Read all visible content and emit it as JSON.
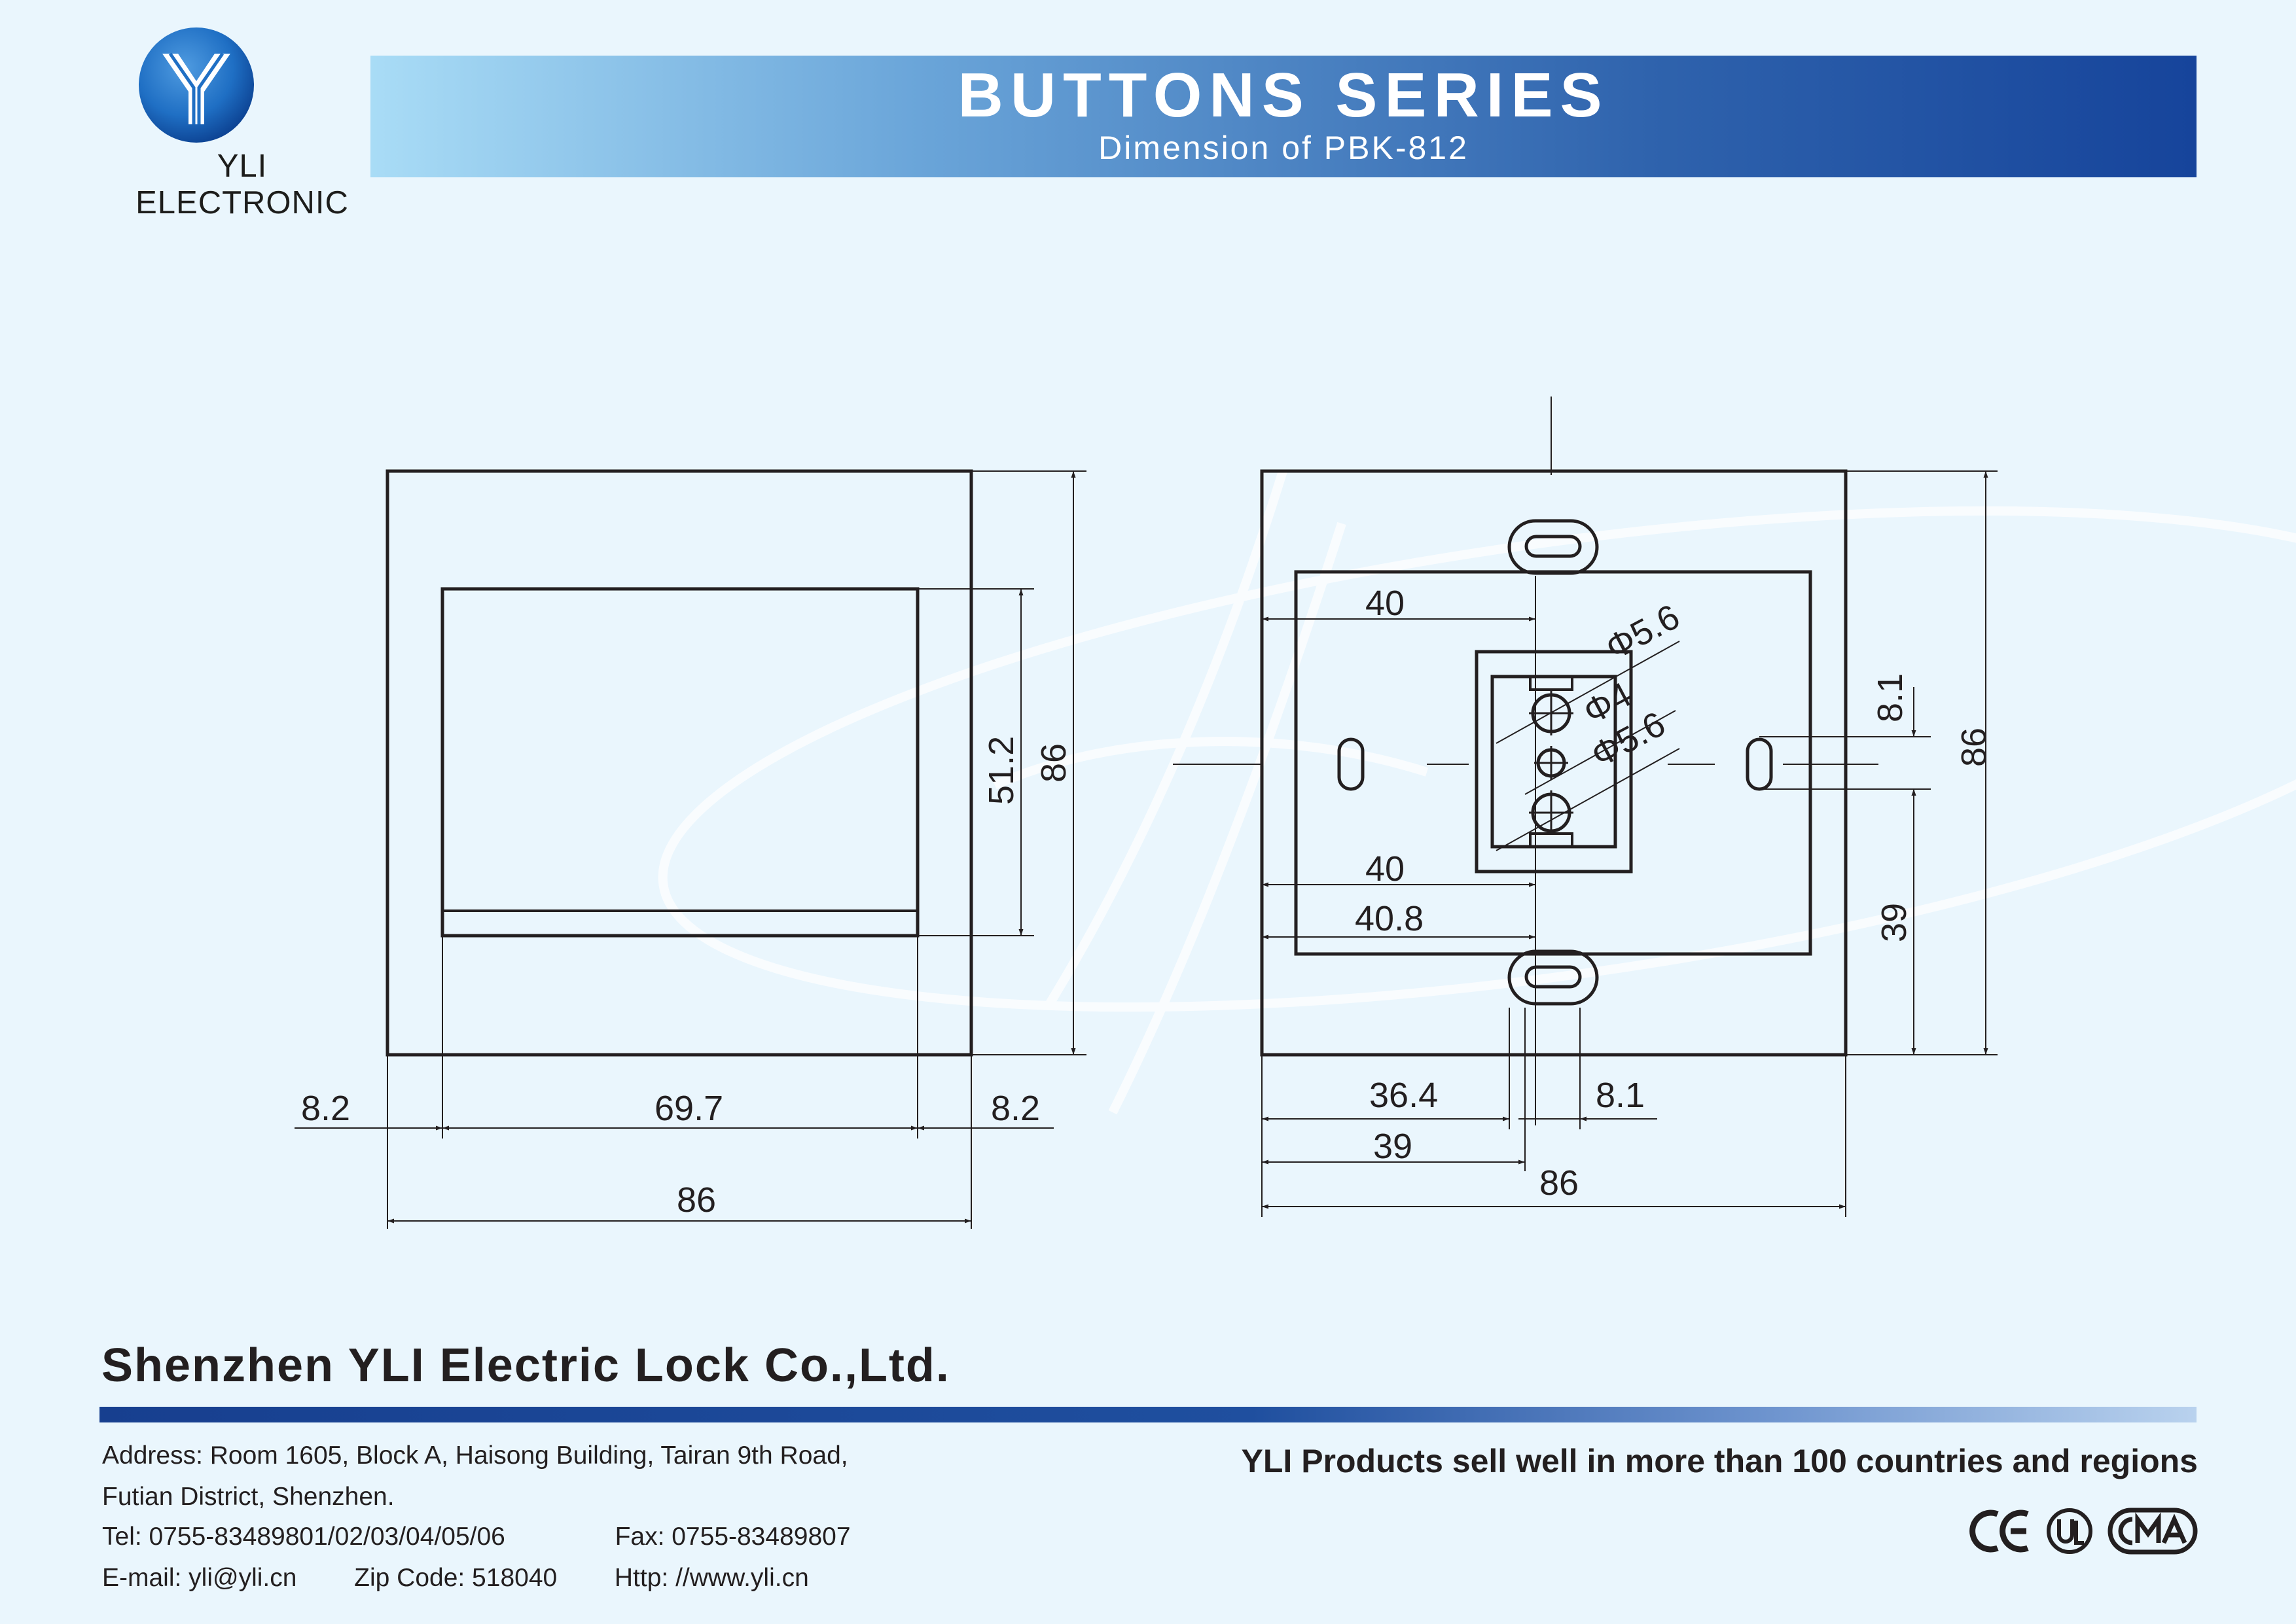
{
  "brand": {
    "name": "YLI ELECTRONIC",
    "logo_letter": "Y",
    "logo_colors": [
      "#1f6fc4",
      "#0b3f8f"
    ]
  },
  "header": {
    "title": "BUTTONS SERIES",
    "subtitle": "Dimension of  PBK-812"
  },
  "front_view": {
    "overall_width": "86",
    "overall_height": "86",
    "window_height": "51.2",
    "left_margin": "8.2",
    "window_width": "69.7",
    "right_margin": "8.2"
  },
  "back_view": {
    "overall_width": "86",
    "overall_height": "86",
    "upper_width": "40",
    "hole_large_1": "Φ5.6",
    "hole_small": "Φ4",
    "hole_large_2": "Φ5.6",
    "hole_offset": "8.1",
    "lower_width_a": "40",
    "lower_width_b": "40.8",
    "slot_height": "39",
    "bottom_a": "36.4",
    "bottom_b": "8.1",
    "bottom_c": "39"
  },
  "footer": {
    "company": "Shenzhen YLI Electric Lock Co.,Ltd.",
    "address_line1": "Address: Room 1605, Block A, Haisong Building, Tairan 9th Road,",
    "address_line2": "Futian District, Shenzhen.",
    "tel": "Tel: 0755-83489801/02/03/04/05/06",
    "fax": "Fax: 0755-83489807",
    "email": "E-mail: yli@yli.cn",
    "zip": "Zip Code: 518040",
    "web": "Http: //www.yli.cn",
    "slogan": "YLI Products sell well in more than 100 countries and regions"
  },
  "certifications": [
    "CE",
    "UL",
    "CMA"
  ],
  "colors": {
    "background": "#eaf6fd",
    "title_bar_start": "#a9dcf6",
    "title_bar_end": "#16449b",
    "ink": "#231f20"
  }
}
